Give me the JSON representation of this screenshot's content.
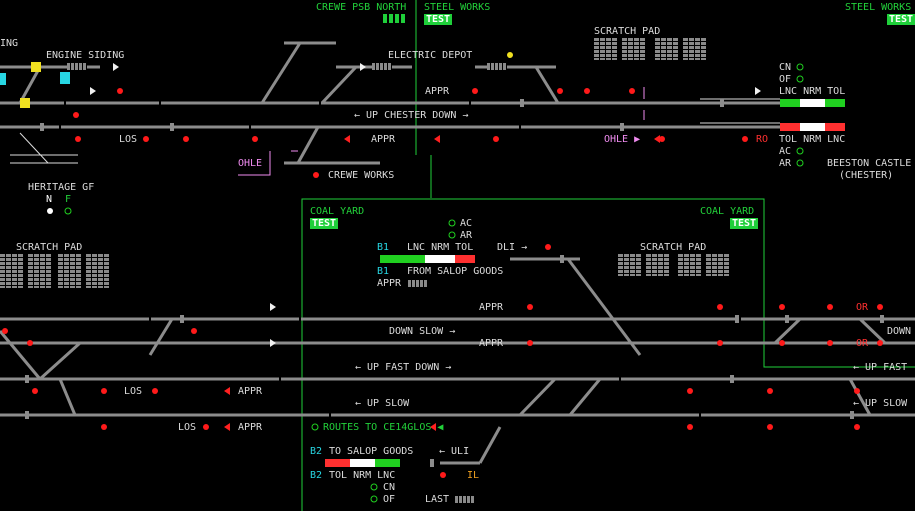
{
  "panels": {
    "crewe_north": "CREWE PSB NORTH",
    "steel_works_1": "STEEL WORKS",
    "steel_works_2": "STEEL WORKS",
    "coal_yard_1": "COAL YARD",
    "coal_yard_2": "COAL YARD",
    "test": "TEST"
  },
  "labels": {
    "ing": "ING",
    "engine_siding": "ENGINE SIDING",
    "electric_depot": "ELECTRIC DEPOT",
    "scratch_pad": "SCRATCH PAD",
    "appr": "APPR",
    "up_chester_down": "← UP CHESTER DOWN →",
    "los": "LOS",
    "ohle": "OHLE",
    "crewe_works": "CREWE WORKS",
    "heritage_gf": "HERITAGE GF",
    "n": "N",
    "f": "F",
    "cn": "CN",
    "of": "OF",
    "ac": "AC",
    "ar": "AR",
    "lnc_nrm_tol": "LNC NRM TOL",
    "tol_nrm_lnc": "TOL NRM LNC",
    "beeston_castle": "BEESTON CASTLE",
    "chester": "(CHESTER)",
    "ro": "RO",
    "ohle_arrow": "OHLE ▶",
    "b1": "B1",
    "b2": "B2",
    "dli": "DLI →",
    "from_salop_goods": "FROM SALOP GOODS",
    "down_slow": "DOWN SLOW →",
    "up_fast_down": "← UP FAST DOWN →",
    "up_slow": "← UP SLOW",
    "up_fast": "← UP FAST",
    "up_slow_r": "← UP SLOW",
    "down": "DOWN",
    "routes_to": "ROUTES TO CE14GLOS ◀",
    "to_salop_goods": "TO SALOP GOODS",
    "uli": "← ULI",
    "il": "IL",
    "last": "LAST",
    "or": "OR"
  },
  "colors": {
    "track": "#8c8c8c",
    "signal_red": "#ff1a1a",
    "green_frame": "#1fcf3a",
    "route_green": "#20d020",
    "route_red": "#ff3030"
  }
}
